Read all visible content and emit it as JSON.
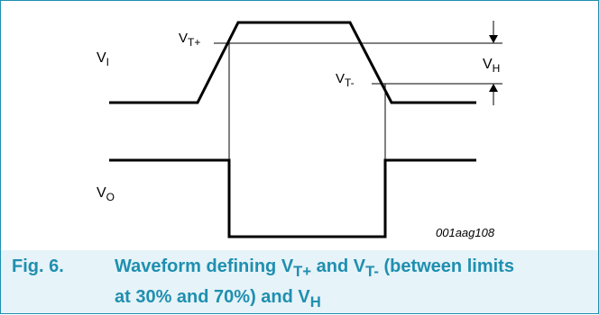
{
  "diagram": {
    "signals": {
      "input": {
        "label": "V",
        "sub": "I"
      },
      "output": {
        "label": "V",
        "sub": "O"
      }
    },
    "thresholds": {
      "upper": {
        "label": "V",
        "sub": "T+"
      },
      "lower": {
        "label": "V",
        "sub": "T-"
      },
      "hysteresis": {
        "label": "V",
        "sub": "H"
      }
    },
    "figure_id": "001aag108"
  },
  "caption": {
    "number": "Fig. 6.",
    "line1": {
      "text": "Waveform defining V",
      "sub1": "T+",
      "mid": " and V",
      "sub2": "T-",
      "end": " (between limits"
    },
    "line2": {
      "text": "at 30% and 70%) and V",
      "sub": "H"
    }
  },
  "colors": {
    "accent": "#1f8fb0",
    "caption_bg": "#e6f3f8",
    "line": "#000000"
  }
}
